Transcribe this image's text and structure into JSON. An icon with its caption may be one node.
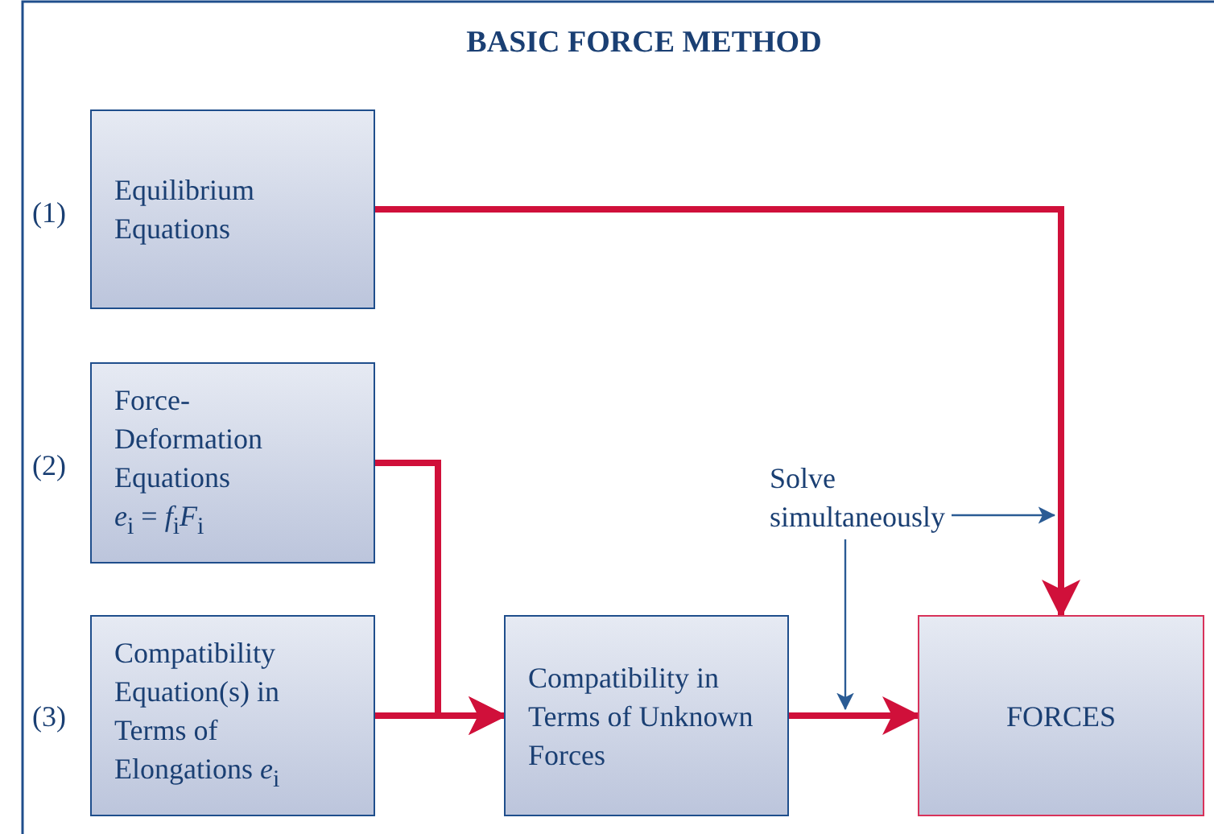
{
  "diagram": {
    "title": "BASIC FORCE METHOD",
    "nodes": [
      {
        "text": [
          "Equilibrium Equations"
        ],
        "beside": [
          "(1)"
        ]
      },
      {
        "text": [
          "Force- Deformation Equations",
          "*e*$_{i}$ = *f*$_{i}$*F*$_{i}$"
        ],
        "beside": [
          "(2)"
        ]
      },
      {
        "text": [
          "Compatibility Equation(s) in Terms of Elongations *e*$_{i}$"
        ],
        "beside": [
          "(3)"
        ]
      },
      {
        "text": [
          "Compatibility in Terms of Unknown Forces"
        ]
      },
      {
        "text": [
          "FORCES"
        ]
      },
      {
        "text": [
          "Solve simultaneously"
        ]
      }
    ],
    "edges": [
      {
        "from": 0,
        "to": 4,
        "arrow": "to"
      },
      {
        "from": 1,
        "to": 3,
        "arrow": "to"
      },
      {
        "from": 2,
        "to": 3,
        "arrow": "to"
      },
      {
        "from": 3,
        "to": 4,
        "arrow": "to"
      },
      {
        "from": 5,
        "to": null,
        "arrow": "to",
        "color": "#2a5b94"
      },
      {
        "from": 5,
        "to": null,
        "arrow": "to",
        "color": "#2a5b94"
      }
    ]
  }
}
